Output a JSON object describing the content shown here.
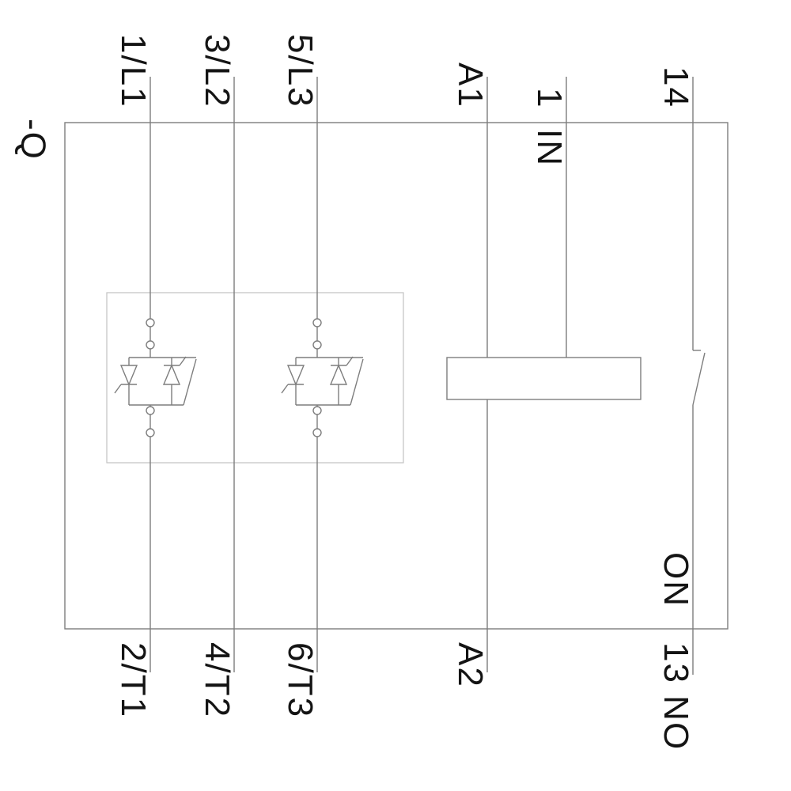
{
  "diagram": {
    "kind": "soft-starter wiring schematic",
    "device_label": "-Q",
    "internal_labels": {
      "control_input": "IN",
      "output_function": "ON"
    },
    "terminals": {
      "top": [
        {
          "id": "1L1",
          "label": "1/L1"
        },
        {
          "id": "3L2",
          "label": "3/L2"
        },
        {
          "id": "5L3",
          "label": "5/L3"
        },
        {
          "id": "A1",
          "label": "A1"
        },
        {
          "id": "IN1",
          "label": "1"
        },
        {
          "id": "14",
          "label": "14"
        }
      ],
      "bottom": [
        {
          "id": "2T1",
          "label": "2/T1"
        },
        {
          "id": "4T2",
          "label": "4/T2"
        },
        {
          "id": "6T3",
          "label": "6/T3"
        },
        {
          "id": "A2",
          "label": "A2"
        },
        {
          "id": "13NO",
          "label": "13 NO"
        }
      ]
    },
    "colors": {
      "background": "#ffffff",
      "circuit_line": "#7d7d7d",
      "module_outline": "#c2c2c2",
      "text": "#141414"
    }
  }
}
